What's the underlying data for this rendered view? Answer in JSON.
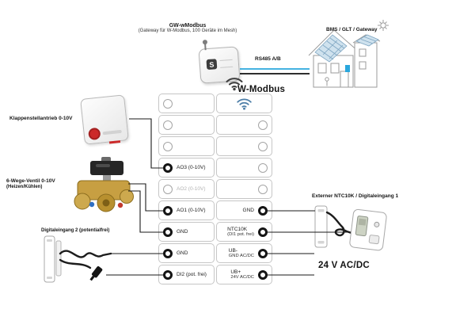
{
  "diagram_title": "W-Modbus",
  "colors": {
    "wire": "#1a1a1a",
    "rs485_blue": "#2aa7dd",
    "wifi_blue": "#4d7ea8",
    "brass": "#c79f42",
    "knob_red": "#cc2a2a"
  },
  "icons": {
    "wifi": "wifi-icon",
    "sun": "sun-icon",
    "building": "building-illustration"
  },
  "gateway": {
    "title": "GW-wModbus",
    "subtitle": "(Gateway für W-Modbus, 100 Geräte im Mesh)",
    "logo": "S"
  },
  "bus": {
    "rs485_label": "RS485 A/B"
  },
  "bms": {
    "label": "BMS / GLT / Gateway"
  },
  "wmodbus": {
    "label": "W-Modbus"
  },
  "power": {
    "label": "24 V AC/DC"
  },
  "left_devices": [
    {
      "id": "damper-actuator",
      "label": "Klappenstellantrieb 0-10V",
      "connects_to": [
        "AO3 (0-10V)"
      ]
    },
    {
      "id": "six-way-valve",
      "label": "6-Wege-Ventil 0-10V",
      "label2": "(Heizen/Kühlen)",
      "connects_to": [
        "AO1 (0-10V)",
        "GND"
      ]
    },
    {
      "id": "digital-input-2",
      "label": "Digitaleingang 2 (potentialfrei)",
      "connects_to": [
        "GND",
        "DI2 (pot. frei)"
      ]
    }
  ],
  "right_devices": [
    {
      "id": "external-ntc10k",
      "label": "Externer NTC10K / Digitaleingang 1",
      "connects_to": [
        "GND",
        "NTC10K (DI1 pot. frei)"
      ]
    }
  ],
  "terminals": {
    "left": [
      {
        "label": "",
        "connected": false
      },
      {
        "label": "",
        "connected": false
      },
      {
        "label": "",
        "connected": false
      },
      {
        "label": "AO3 (0-10V)",
        "connected": true
      },
      {
        "label": "AO2 (0-10V)",
        "connected": false,
        "dimmed": true
      },
      {
        "label": "AO1 (0-10V)",
        "connected": true
      },
      {
        "label": "GND",
        "connected": true
      },
      {
        "label": "GND",
        "connected": true
      },
      {
        "label": "DI2 (pot. frei)",
        "connected": true
      }
    ],
    "right": [
      {
        "label": "",
        "connected": false,
        "wifi": true
      },
      {
        "label": "",
        "connected": false
      },
      {
        "label": "",
        "connected": false
      },
      {
        "label": "",
        "connected": false
      },
      {
        "label": "",
        "connected": false
      },
      {
        "label": "GND",
        "connected": true
      },
      {
        "label": "NTC10K",
        "sub": "(DI1 pot. frei)",
        "connected": true
      },
      {
        "label": "UB-",
        "sub": "GND AC/DC",
        "connected": true
      },
      {
        "label": "UB+",
        "sub": "24V AC/DC",
        "connected": true
      }
    ]
  }
}
